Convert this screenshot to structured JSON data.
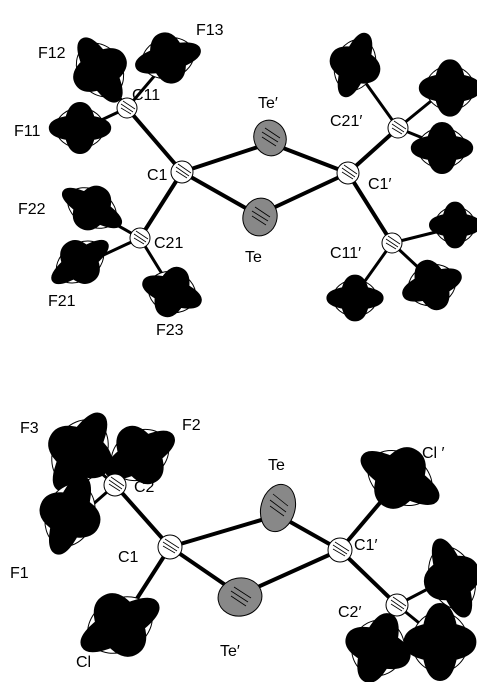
{
  "molecule_top": {
    "labels": {
      "F13": "F13",
      "F12": "F12",
      "C11": "C11",
      "F11": "F11",
      "Te_prime": "Te′",
      "C21_prime": "C21′",
      "C1": "C1",
      "C1_prime": "C1′",
      "F22": "F22",
      "C21": "C21",
      "Te": "Te",
      "C11_prime": "C11′",
      "F21": "F21",
      "F23": "F23"
    }
  },
  "molecule_bottom": {
    "labels": {
      "F3": "F3",
      "F2": "F2",
      "Te": "Te",
      "Cl_prime": "Cl ′",
      "C2": "C2",
      "C1": "C1",
      "C1_prime": "C1′",
      "F1": "F1",
      "C2_prime": "C2′",
      "Cl": "Cl",
      "Te_prime": "Te′"
    }
  }
}
